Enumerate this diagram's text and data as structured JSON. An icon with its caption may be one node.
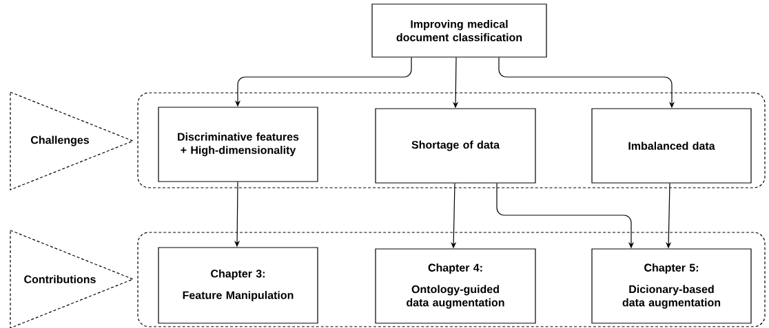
{
  "diagram": {
    "nodes": [
      {
        "text": [
          "Improving medical document classification"
        ]
      },
      {
        "text": [
          "Challenges"
        ]
      },
      {
        "text": [],
        "shape": "box"
      },
      {
        "text": [
          "Discriminative features + High-dimensionality"
        ],
        "in": 2
      },
      {
        "text": [
          "Shortage of data"
        ],
        "in": 2
      },
      {
        "text": [
          "Imbalanced data"
        ],
        "in": 2
      },
      {
        "text": [
          "Contributions"
        ]
      },
      {
        "text": [],
        "shape": "box"
      },
      {
        "text": [
          "Chapter 3:",
          "Feature Manipulation"
        ],
        "in": 7
      },
      {
        "text": [
          "Chapter 4:",
          "Ontology-guided data augmentation"
        ],
        "in": 7
      },
      {
        "text": [
          "Chapter 5:",
          "Dicionary-based data augmentation"
        ],
        "in": 7
      }
    ],
    "edges": [
      {
        "from": 0,
        "to": 3,
        "arrow": "to"
      },
      {
        "from": 0,
        "to": 4,
        "arrow": "to"
      },
      {
        "from": 0,
        "to": 5,
        "arrow": "to"
      },
      {
        "from": 3,
        "to": 8,
        "arrow": "to"
      },
      {
        "from": 4,
        "to": 9,
        "arrow": "to"
      },
      {
        "from": 4,
        "to": 10,
        "arrow": "to"
      },
      {
        "from": 5,
        "to": 10,
        "arrow": "to"
      }
    ]
  }
}
